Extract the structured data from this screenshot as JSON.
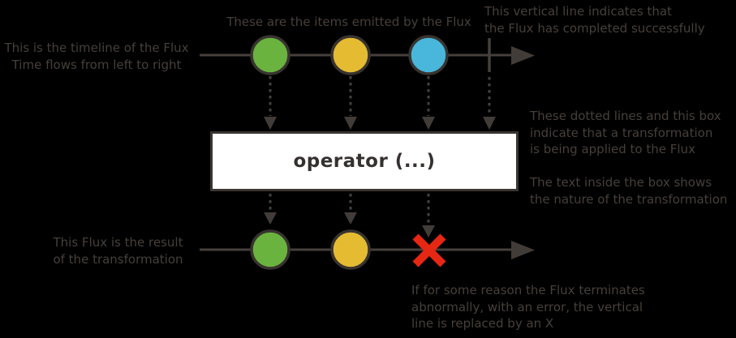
{
  "colors": {
    "background": "#000000",
    "annotation_text": "#473f3a",
    "line": "#46403c",
    "arrow": "#423c38",
    "marble_border": "#38332f",
    "box_background": "#ffffff",
    "box_border": "#3a3531",
    "box_text": "#353130",
    "error_x": "#e52713"
  },
  "marbles": {
    "green": "#6ab33f",
    "yellow": "#e5bb32",
    "blue": "#48b7db"
  },
  "annotations": {
    "timeline": "This is the timeline of the Flux\nTime flows from left to right",
    "items": "These are the items emitted by the Flux",
    "completion": "This vertical line indicates that\nthe Flux has completed successfully",
    "transformation": "These dotted lines and this box\nindicate that a transformation\nis being applied to the Flux\n\nThe text inside the box shows\nthe nature of the transformation",
    "result": "This Flux is the result\nof the transformation",
    "error": "If for some reason the Flux terminates\nabnormally, with an error, the vertical\nline is replaced by an X"
  },
  "operator_box": {
    "label": "operator (...)"
  }
}
